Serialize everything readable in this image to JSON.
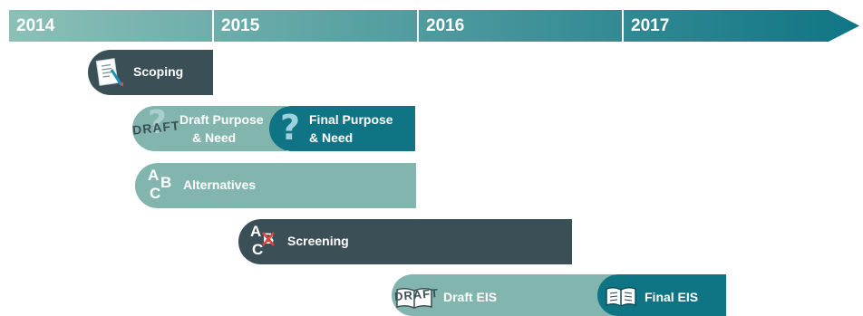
{
  "timeline": {
    "years": [
      "2014",
      "2015",
      "2016",
      "2017"
    ],
    "colors": {
      "start": "#8cc0b7",
      "end": "#0f7585"
    }
  },
  "phases": {
    "scoping": {
      "label": "Scoping",
      "color": "#3a4f56",
      "icon": "document-pencil-icon"
    },
    "draft_purpose": {
      "label_line1": "Draft Purpose",
      "label_line2": "& Need",
      "stamp": "DRAFT",
      "color": "#81b5ae",
      "icon": "question-mark-icon"
    },
    "final_purpose": {
      "label_line1": "Final Purpose",
      "label_line2": "& Need",
      "color": "#0f7585",
      "icon": "question-mark-icon"
    },
    "alternatives": {
      "label": "Alternatives",
      "letters": [
        "A",
        "B",
        "C"
      ],
      "color": "#81b5ae",
      "icon": "abc-letters-icon"
    },
    "screening": {
      "label": "Screening",
      "letters": [
        "A",
        "B",
        "C"
      ],
      "color": "#3a4f56",
      "icon": "abc-crossed-letters-icon"
    },
    "draft_eis": {
      "label": "Draft EIS",
      "stamp": "DRAFT",
      "color": "#81b5ae",
      "icon": "open-book-icon"
    },
    "final_eis": {
      "label": "Final EIS",
      "color": "#0f7585",
      "icon": "open-book-icon"
    }
  }
}
